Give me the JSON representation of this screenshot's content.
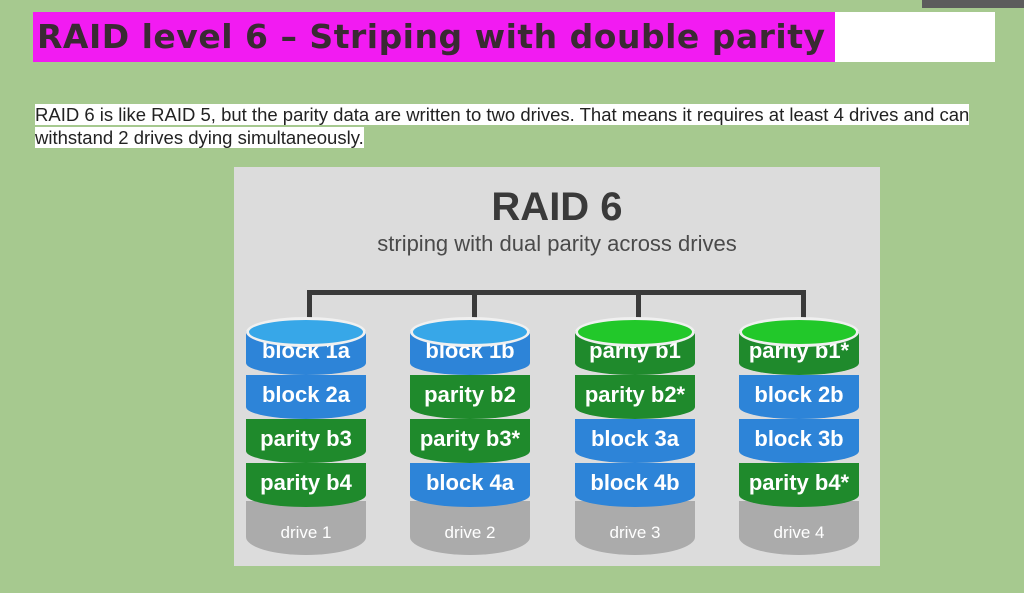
{
  "slide": {
    "title": "RAID level 6 – Striping with double parity",
    "description": "RAID 6 is like RAID 5, but the parity data are written to two drives. That means it requires at least 4 drives and can withstand 2 drives dying simultaneously."
  },
  "diagram": {
    "title": "RAID 6",
    "subtitle": "striping with dual parity across drives",
    "colors": {
      "block": "#2d84d8",
      "parity": "#1f8a2c",
      "block_top": "#37a7e8",
      "parity_top": "#22c82a"
    },
    "drives": [
      {
        "label": "drive 1",
        "top": "block",
        "segments": [
          {
            "text": "block 1a",
            "kind": "block"
          },
          {
            "text": "block 2a",
            "kind": "block"
          },
          {
            "text": "parity b3",
            "kind": "parity"
          },
          {
            "text": "parity b4",
            "kind": "parity"
          }
        ]
      },
      {
        "label": "drive 2",
        "top": "block",
        "segments": [
          {
            "text": "block 1b",
            "kind": "block"
          },
          {
            "text": "parity b2",
            "kind": "parity"
          },
          {
            "text": "parity b3*",
            "kind": "parity"
          },
          {
            "text": "block 4a",
            "kind": "block"
          }
        ]
      },
      {
        "label": "drive 3",
        "top": "parity",
        "segments": [
          {
            "text": "parity b1",
            "kind": "parity"
          },
          {
            "text": "parity b2*",
            "kind": "parity"
          },
          {
            "text": "block 3a",
            "kind": "block"
          },
          {
            "text": "block 4b",
            "kind": "block"
          }
        ]
      },
      {
        "label": "drive 4",
        "top": "parity",
        "segments": [
          {
            "text": "parity b1*",
            "kind": "parity"
          },
          {
            "text": "block 2b",
            "kind": "block"
          },
          {
            "text": "block 3b",
            "kind": "block"
          },
          {
            "text": "parity b4*",
            "kind": "parity"
          }
        ]
      }
    ]
  }
}
